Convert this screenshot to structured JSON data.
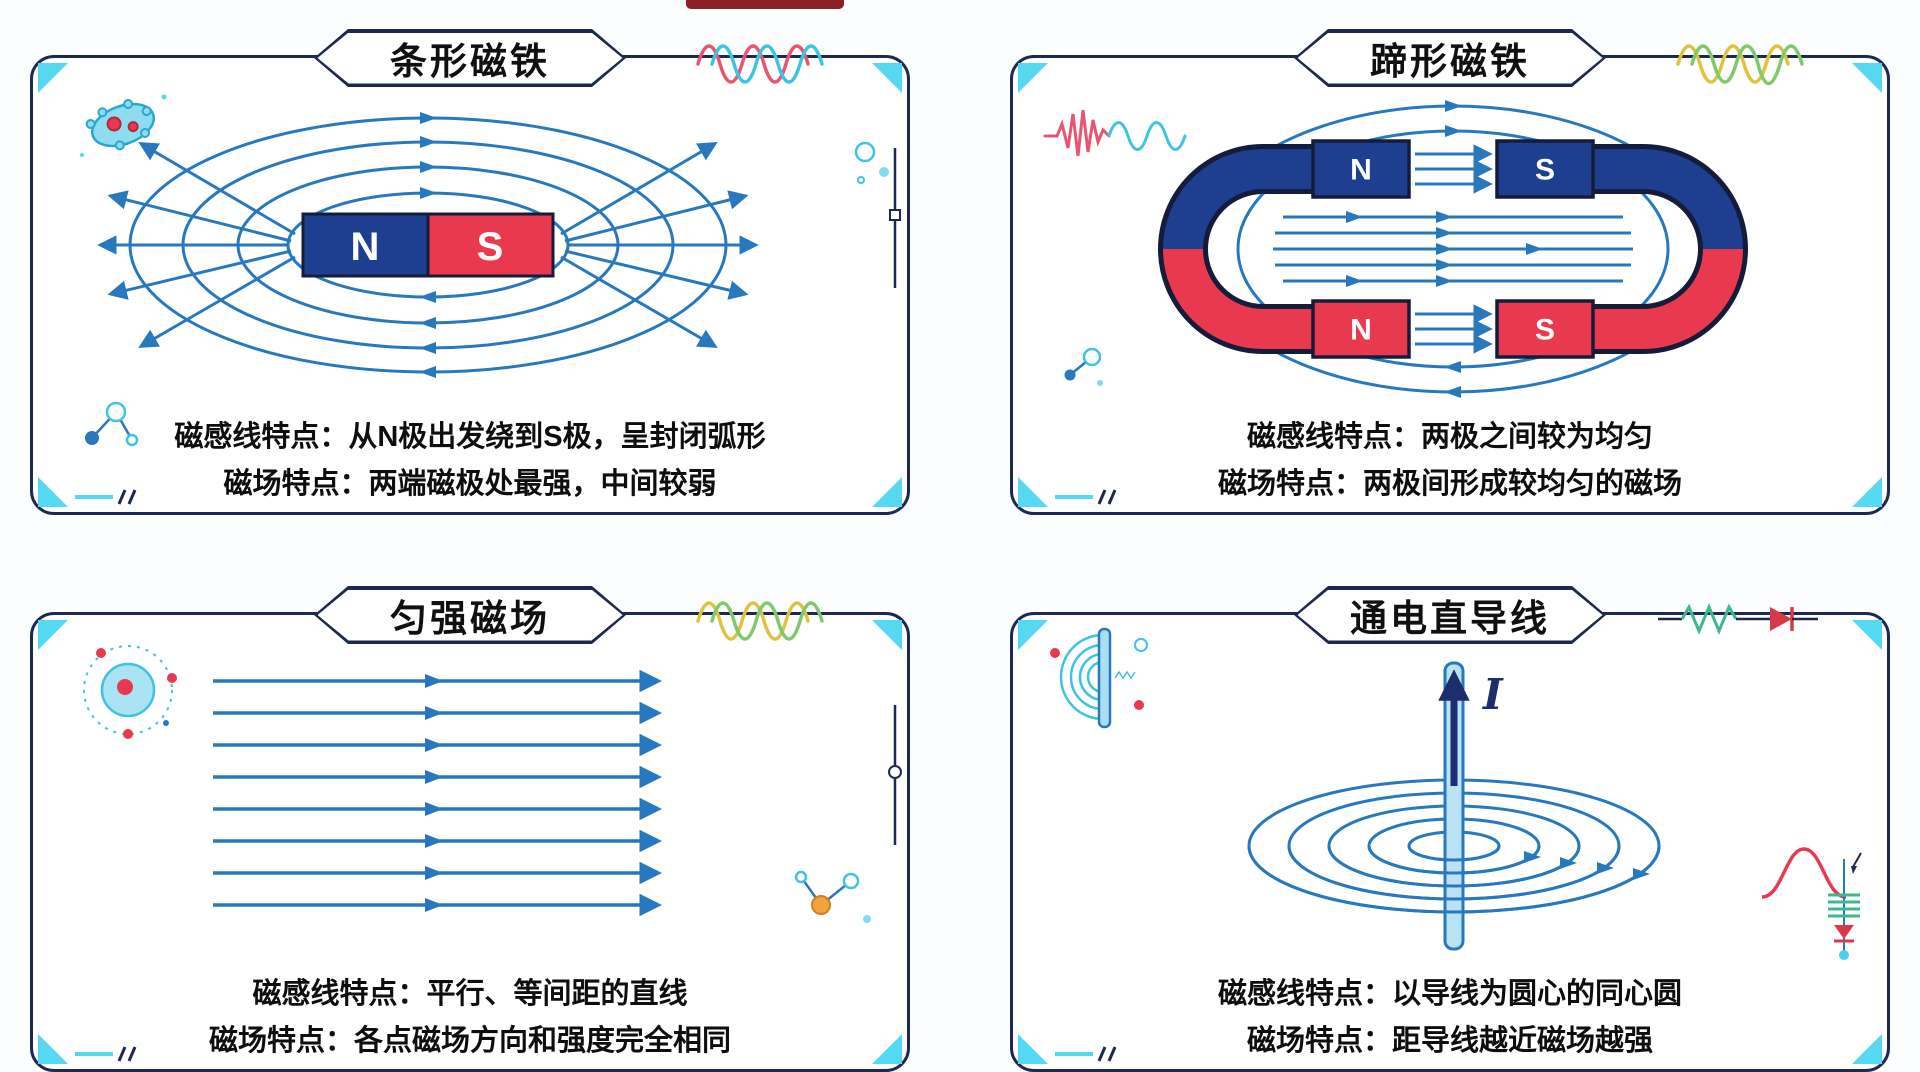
{
  "page": {
    "background": "#fcfdfe",
    "top_banner_color": "#8c1f28"
  },
  "colors": {
    "frame": "#1d2951",
    "accent_cyan": "#55d8f1",
    "field_line_blue": "#2878bd",
    "pole_n_blue": "#1e3f8f",
    "pole_s_red": "#e8394e",
    "current_navy": "#1d2d6e"
  },
  "panels": [
    {
      "id": "bar-magnet",
      "title": "条形磁铁",
      "caption_line1": "磁感线特点：从N极出发绕到S极，呈封闭弧形",
      "caption_line2": "磁场特点：两端磁极处最强，中间较弱",
      "labels": {
        "n": "N",
        "s": "S"
      }
    },
    {
      "id": "horseshoe-magnet",
      "title": "蹄形磁铁",
      "caption_line1": "磁感线特点：两极之间较为均匀",
      "caption_line2": "磁场特点：两极间形成较均匀的磁场",
      "labels": {
        "top_left": "N",
        "top_right": "S",
        "bottom_left": "N",
        "bottom_right": "S"
      }
    },
    {
      "id": "uniform-field",
      "title": "匀强磁场",
      "caption_line1": "磁感线特点：平行、等间距的直线",
      "caption_line2": "磁场特点：各点磁场方向和强度完全相同"
    },
    {
      "id": "current-wire",
      "title": "通电直导线",
      "caption_line1": "磁感线特点：以导线为圆心的同心圆",
      "caption_line2": "磁场特点：距导线越近磁场越强",
      "labels": {
        "current": "I"
      }
    }
  ]
}
